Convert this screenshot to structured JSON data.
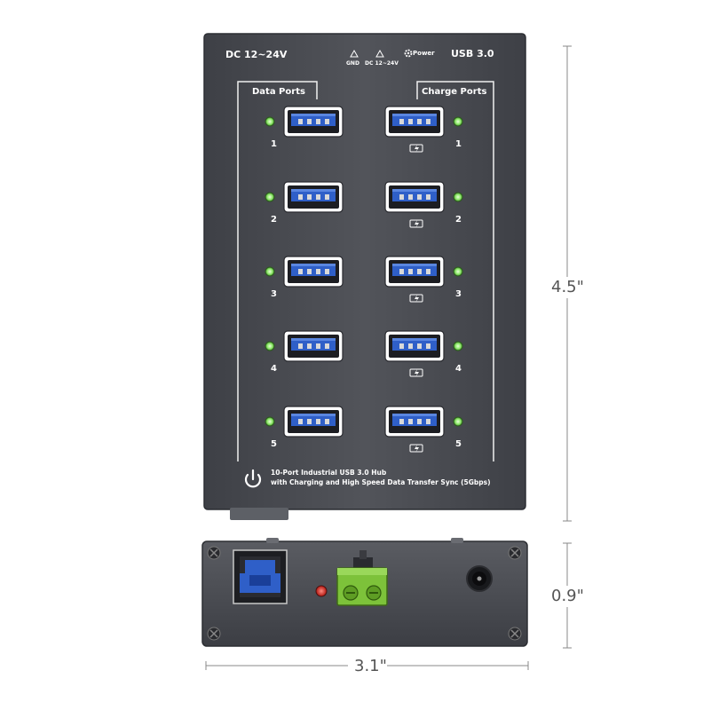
{
  "top_panel": {
    "voltage": "DC 12~24V",
    "gnd": "GND",
    "dc_small": "DC 12~24V",
    "power": "Power",
    "usb": "USB 3.0",
    "data_ports_title": "Data Ports",
    "charge_ports_title": "Charge Ports",
    "description_line1": "10-Port Industrial USB 3.0 Hub",
    "description_line2": "with Charging and High Speed Data Transfer Sync (5Gbps)"
  },
  "data_ports": [
    {
      "number": "1"
    },
    {
      "number": "2"
    },
    {
      "number": "3"
    },
    {
      "number": "4"
    },
    {
      "number": "5"
    }
  ],
  "charge_ports": [
    {
      "number": "1"
    },
    {
      "number": "2"
    },
    {
      "number": "3"
    },
    {
      "number": "4"
    },
    {
      "number": "5"
    }
  ],
  "dimensions": {
    "height": "4.5\"",
    "depth": "0.9\"",
    "width": "3.1\""
  },
  "colors": {
    "housing": "#4a4c52",
    "usb_blue": "#2f5fc8",
    "led_green": "#8ee86a",
    "terminal_green": "#7dc23a",
    "led_red": "#d8261f"
  },
  "icons": {
    "power_button": "power-icon",
    "charging": "lightning-icon",
    "warning": "triangle-icon",
    "power_symbol": "gear-icon"
  }
}
